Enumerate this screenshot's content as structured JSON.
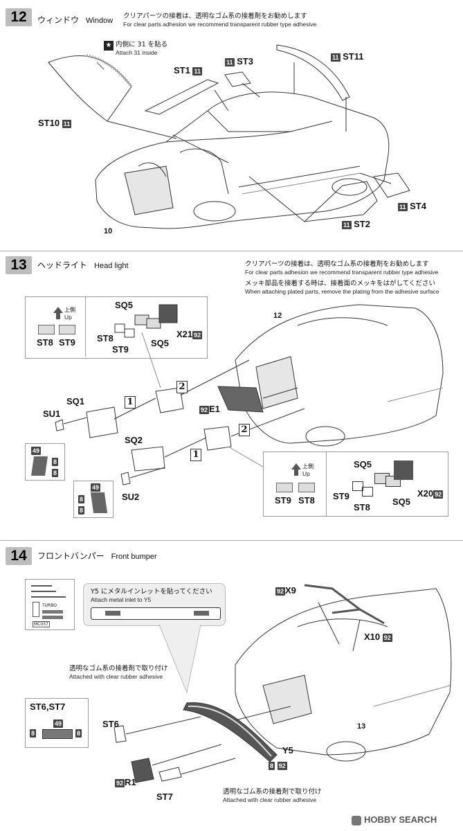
{
  "step12": {
    "number": "12",
    "title_jp": "ウィンドウ",
    "title_en": "Window",
    "note_jp": "クリアパーツの接着は、透明なゴム系の接着剤をお勧めします",
    "note_en": "For clear parts adhesion we recommend transparent rubber type adhesive",
    "decal_note_jp": "内側に 31 を貼る",
    "decal_note_en": "Attach 31 inside",
    "labels": {
      "st1": "ST1",
      "st3": "ST3",
      "st11": "ST11",
      "st10": "ST10",
      "st4": "ST4",
      "st2": "ST2",
      "body": "10"
    },
    "part_num": "11"
  },
  "step13": {
    "number": "13",
    "title_jp": "ヘッドライト",
    "title_en": "Head light",
    "note1_jp": "クリアパーツの接着は、透明なゴム系の接着剤をお勧めします",
    "note1_en": "For clear parts adhesion we recommend transparent rubber type adhesive",
    "note2_jp": "メッキ部品を接着する時は、接着面のメッキをはがしてください",
    "note2_en": "When attaching plated parts, remove the plating from the adhesive surface",
    "up_jp": "上側",
    "up_en": "Up",
    "labels": {
      "sq5": "SQ5",
      "st8": "ST8",
      "st9": "ST9",
      "x21": "X21",
      "x20": "X20",
      "e1": "E1",
      "sq1": "SQ1",
      "su1": "SU1",
      "sq2": "SQ2",
      "su2": "SU2",
      "body": "12",
      "sub1": "1",
      "sub2": "2",
      "n49": "49",
      "n8": "8",
      "n92": "92"
    }
  },
  "step14": {
    "number": "14",
    "title_jp": "フロントバンパー",
    "title_en": "Front bumper",
    "y5_note_jp": "Y5 にメタルインレットを貼ってください",
    "y5_note_en": "Attach metal inlet to Y5",
    "adhesive_jp": "透明なゴム系の接着剤で取り付け",
    "adhesive_en": "Attached with clear rubber adhesive",
    "labels": {
      "x9": "X9",
      "x10": "X10",
      "st6st7": "ST6,ST7",
      "st6": "ST6",
      "st7": "ST7",
      "r1": "R1",
      "y5": "Y5",
      "body": "13",
      "n49": "49",
      "n8": "8",
      "n92": "92",
      "mc": "MC037",
      "turbo": "TURBO"
    }
  },
  "watermark": "HOBBY SEARCH"
}
